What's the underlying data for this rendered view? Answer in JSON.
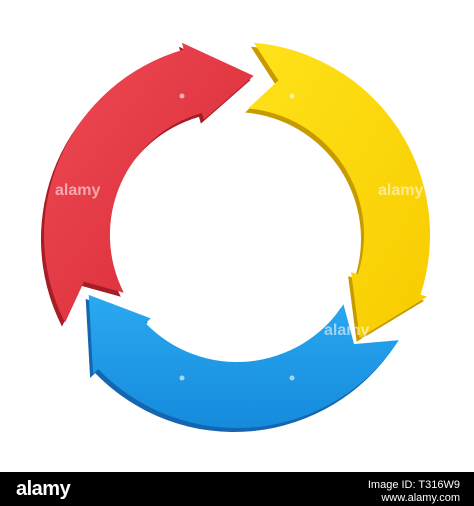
{
  "colors": {
    "red": "#e8333f",
    "red_dark": "#a51d26",
    "yellow": "#fdd800",
    "yellow_dark": "#c79a00",
    "blue": "#1e9be6",
    "blue_dark": "#1566b0",
    "background": "#ffffff",
    "footer": "#000000"
  },
  "watermark": {
    "text": "alamy"
  },
  "footer": {
    "brand": "alamy",
    "image_id_label": "Image ID: T316W9",
    "site": "www.alamy.com"
  }
}
